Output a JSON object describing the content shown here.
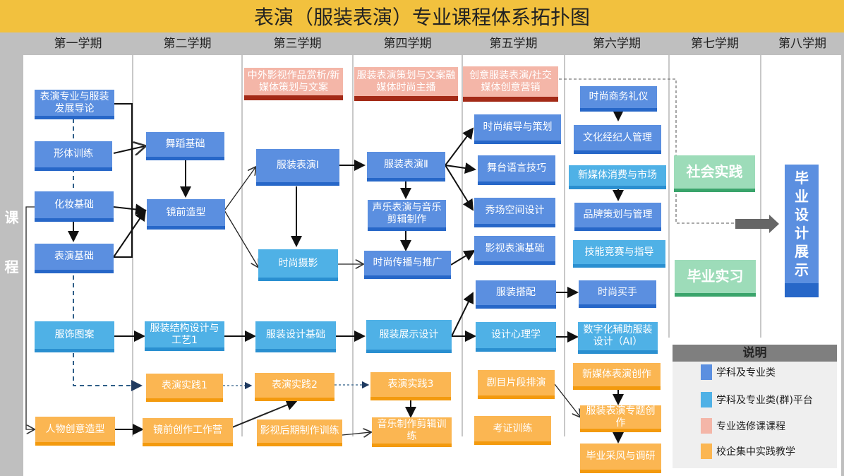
{
  "title": "表演（服装表演）专业课程体系拓扑图",
  "side_label": [
    "课",
    "程"
  ],
  "semesters": [
    "第一学期",
    "第二学期",
    "第三学期",
    "第四学期",
    "第五学期",
    "第六学期",
    "第七学期",
    "第八学期"
  ],
  "colors": {
    "discipline": "#5B8FE0",
    "platform": "#4FB1E6",
    "elective": "#F4B6A8",
    "practice": "#FBB652",
    "social": "#9DDCB9",
    "title_bar": "#F2C13E"
  },
  "courses": {
    "s1": {
      "intro": "表演专业与服装发展导论",
      "body": "形体训练",
      "makeup": "化妆基础",
      "acting": "表演基础",
      "pattern": "服饰图案",
      "character": "人物创意造型"
    },
    "s2": {
      "dance": "舞蹈基础",
      "styling": "镜前造型",
      "structure": "服装结构设计与工艺1",
      "practice1": "表演实践1",
      "camp": "镜前创作工作营"
    },
    "s3": {
      "elective": "中外影视作品赏析/新媒体策划与文案",
      "perf1": "服装表演Ⅰ",
      "photo": "时尚摄影",
      "design_basic": "服装设计基础",
      "practice2": "表演实践2",
      "post": "影视后期制作训练"
    },
    "s4": {
      "elective": "服装表演策划与文案融媒体时尚主播",
      "perf2": "服装表演Ⅱ",
      "vocal": "声乐表演与音乐剪辑制作",
      "promo": "时尚传播与推广",
      "display": "服装展示设计",
      "practice3": "表演实践3",
      "music": "音乐制作剪辑训练"
    },
    "s5": {
      "elective": "创意服装表演/社交媒体创意营销",
      "direct": "时尚编导与策划",
      "stage_lang": "舞台语言技巧",
      "space": "秀场空间设计",
      "film": "影视表演基础",
      "matching": "服装搭配",
      "psych": "设计心理学",
      "rehearsal": "剧目片段排演",
      "cert": "考证训练"
    },
    "s6": {
      "etiquette": "时尚商务礼仪",
      "agent": "文化经纪人管理",
      "newmedia_market": "新媒体消费与市场",
      "brand": "品牌策划与管理",
      "contest": "技能竞赛与指导",
      "buyer": "时尚买手",
      "digital": "数字化辅助服装设计（AI）",
      "newmedia_perf": "新媒体表演创作",
      "topic": "服装表演专题创作",
      "field": "毕业采风与调研"
    },
    "s7": {
      "social": "社会实践",
      "intern": "毕业实习"
    },
    "s8": {
      "graduation": "毕业设计展示"
    }
  },
  "legend": {
    "title": "说明",
    "items": [
      {
        "label": "学科及专业类",
        "color": "#5B8FE0"
      },
      {
        "label": "学科及专业类(群)平台",
        "color": "#4FB1E6"
      },
      {
        "label": "专业选修课课程",
        "color": "#F4B6A8"
      },
      {
        "label": "校企集中实践教学",
        "color": "#FBB652"
      }
    ]
  }
}
